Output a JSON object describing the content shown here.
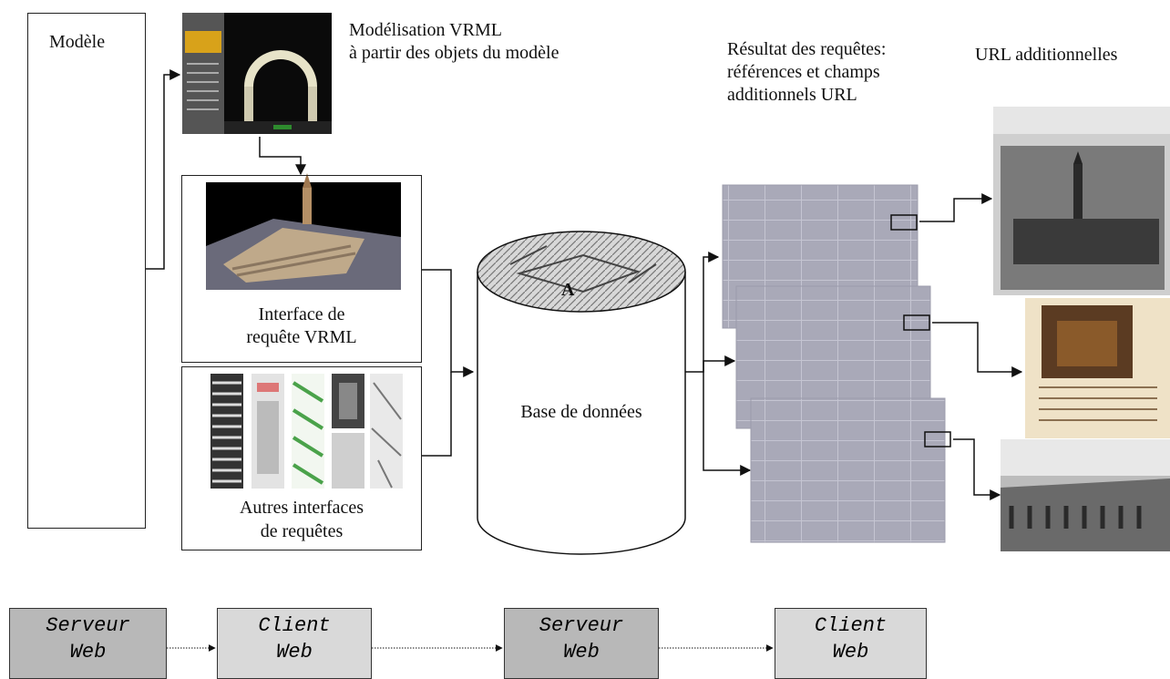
{
  "modele": {
    "title": "Modèle"
  },
  "vrml_modeling": {
    "caption_line1": "Modélisation VRML",
    "caption_line2": "à partir des objets du modèle"
  },
  "vrml_query": {
    "caption_line1": "Interface de",
    "caption_line2": "requête VRML"
  },
  "other_queries": {
    "caption_line1": "Autres interfaces",
    "caption_line2": "de requêtes"
  },
  "database": {
    "label": "Base de données",
    "top_letter": "A"
  },
  "results": {
    "caption_line1": "Résultat des requêtes:",
    "caption_line2": "références et champs",
    "caption_line3": "additionnels URL"
  },
  "urls": {
    "caption": "URL additionnelles"
  },
  "chain": [
    {
      "line1": "Serveur",
      "line2": "Web",
      "color": "#b8b8b8"
    },
    {
      "line1": "Client",
      "line2": "Web",
      "color": "#d9d9d9"
    },
    {
      "line1": "Serveur",
      "line2": "Web",
      "color": "#b8b8b8"
    },
    {
      "line1": "Client",
      "line2": "Web",
      "color": "#d9d9d9"
    }
  ]
}
